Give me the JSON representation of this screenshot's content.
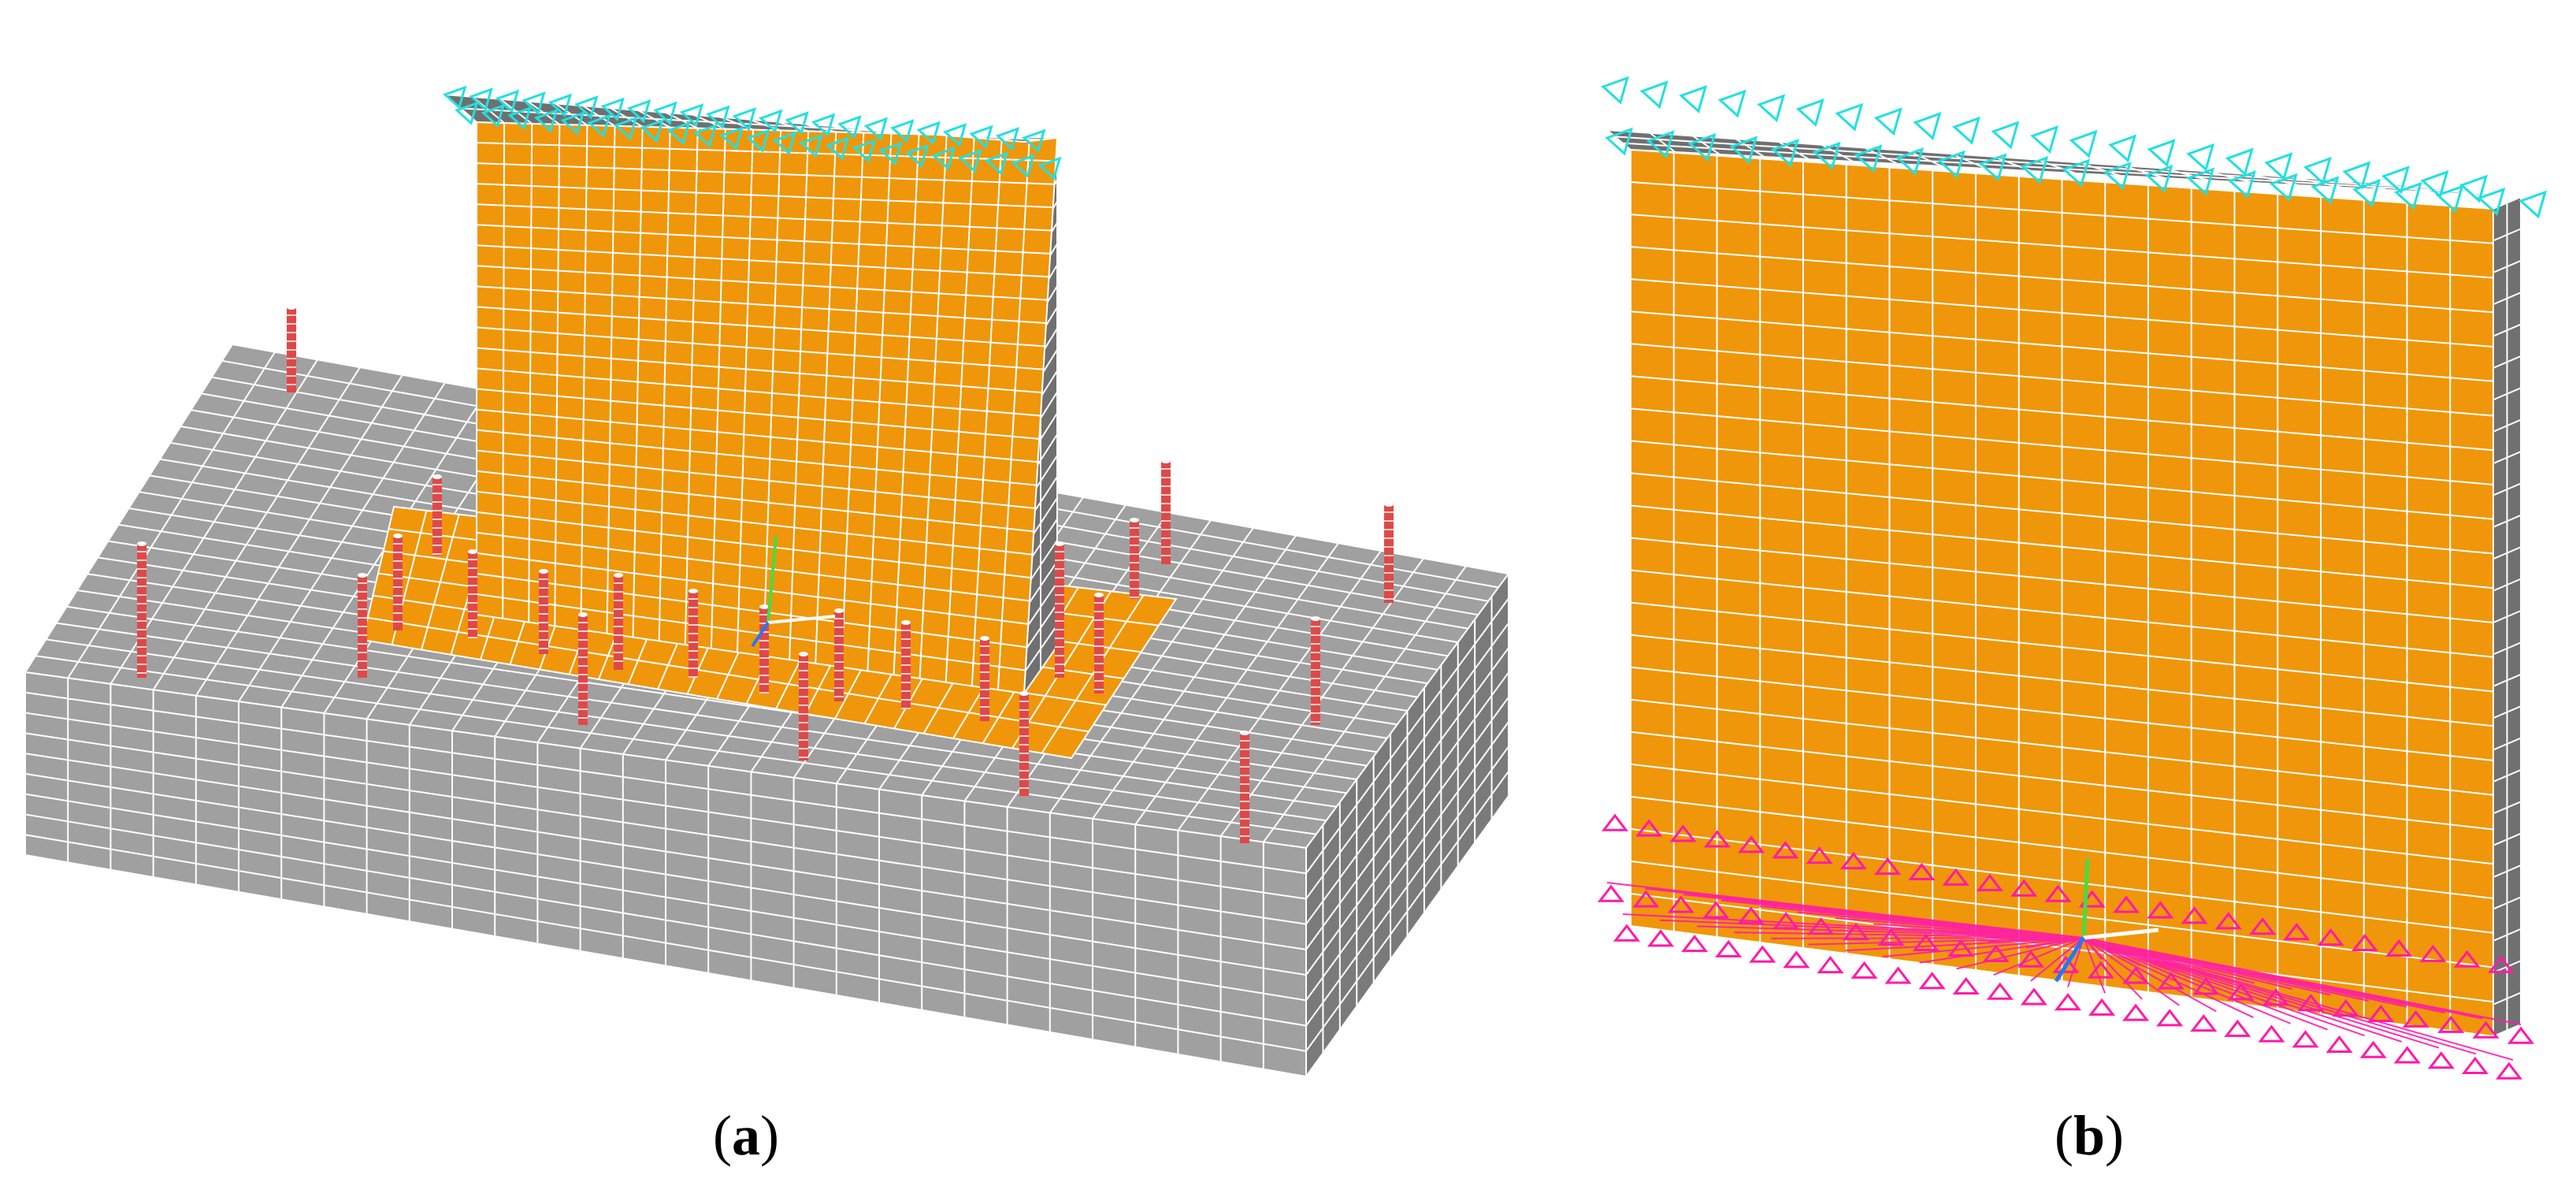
{
  "panels": [
    {
      "id": "a",
      "caption_open": "(",
      "caption_label": "a",
      "caption_close": ")"
    },
    {
      "id": "b",
      "caption_open": "(",
      "caption_label": "b",
      "caption_close": ")"
    }
  ],
  "colors": {
    "soil": "#a0a0a0",
    "soil_dark": "#7a7a7a",
    "wall": "#f0960a",
    "wall_side": "#707070",
    "mesh": "#ffffff",
    "top_support": "#22e0e0",
    "bottom_support": "#ff1aa8",
    "anchor": "#e04848"
  }
}
